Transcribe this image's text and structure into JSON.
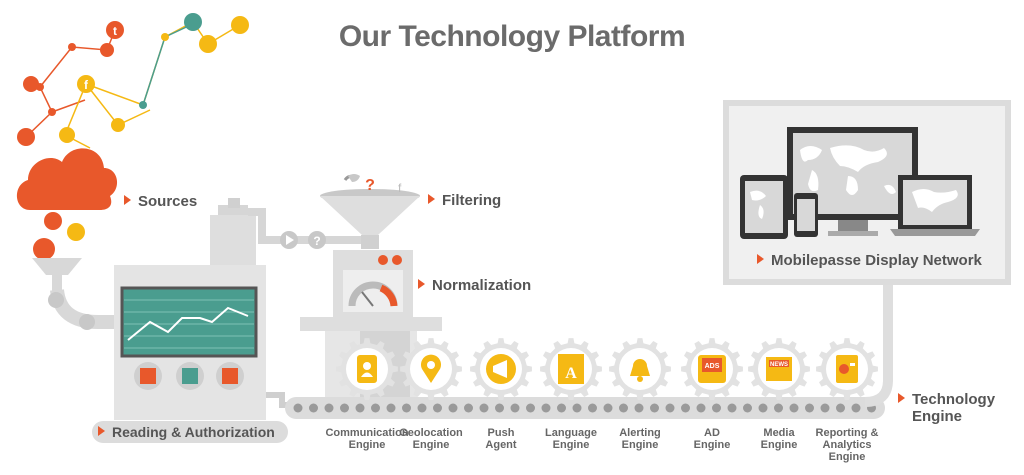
{
  "title": "Our Technology Platform",
  "stages": {
    "sources": "Sources",
    "filtering": "Filtering",
    "normalization": "Normalization",
    "reading": "Reading & Authorization",
    "display": "Mobilepasse Display Network",
    "tech_line1": "Technology",
    "tech_line2": "Engine"
  },
  "engines": [
    {
      "line1": "Communication",
      "line2": "Engine",
      "icon": "person-phone-icon"
    },
    {
      "line1": "Geolocation",
      "line2": "Engine",
      "icon": "location-pin-icon"
    },
    {
      "line1": "Push",
      "line2": "Agent",
      "icon": "megaphone-icon"
    },
    {
      "line1": "Language",
      "line2": "Engine",
      "icon": "language-icon"
    },
    {
      "line1": "Alerting",
      "line2": "Engine",
      "icon": "bell-icon"
    },
    {
      "line1": "AD",
      "line2": "Engine",
      "icon": "ad-tablet-icon"
    },
    {
      "line1": "Media",
      "line2": "Engine",
      "icon": "news-icon"
    },
    {
      "line1": "Reporting &",
      "line2": "Analytics Engine",
      "icon": "report-icon"
    }
  ],
  "icon_text": {
    "ads": "ADS",
    "news": "NEWS",
    "tumblr": "t",
    "facebook": "f",
    "question": "?"
  },
  "colors": {
    "accent_orange": "#e8582b",
    "accent_yellow": "#f5b914",
    "teal": "#4a9d8f",
    "machine_gray": "#dedede",
    "text_gray": "#555555"
  }
}
